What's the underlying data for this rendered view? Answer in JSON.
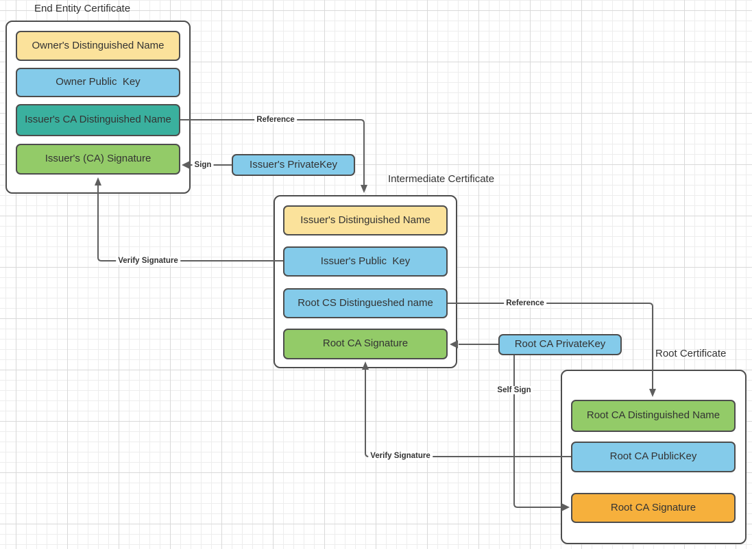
{
  "palette": {
    "yellow": "#fbe29b",
    "blue": "#84cbea",
    "teal": "#3ab09e",
    "green": "#93cb68",
    "orange": "#f6b03c",
    "shape_border": "#4d4d4d",
    "connector": "#5e5e5e",
    "text": "#333333"
  },
  "certificates": [
    {
      "title": "End Entity Certificate",
      "fields": [
        {
          "label": "Owner's Distinguished Name",
          "color": "yellow"
        },
        {
          "label": "Owner Public  Key",
          "color": "blue"
        },
        {
          "label": "Issuer's CA Distinguished Name",
          "color": "teal"
        },
        {
          "label": "Issuer's (CA) Signature",
          "color": "green"
        }
      ]
    },
    {
      "title": "Intermediate Certificate",
      "fields": [
        {
          "label": "Issuer's Distinguished Name",
          "color": "yellow"
        },
        {
          "label": "Issuer's Public  Key",
          "color": "blue"
        },
        {
          "label": "Root CS Distingueshed name",
          "color": "blue"
        },
        {
          "label": "Root CA Signature",
          "color": "green"
        }
      ]
    },
    {
      "title": "Root Certificate",
      "fields": [
        {
          "label": "Root CA Distinguished Name",
          "color": "green"
        },
        {
          "label": "Root CA PublicKey",
          "color": "blue"
        },
        {
          "label": "Root CA Signature",
          "color": "orange"
        }
      ]
    }
  ],
  "keys": [
    {
      "label": "Issuer's PrivateKey"
    },
    {
      "label": "Root CA PrivateKey"
    }
  ],
  "connector_labels": {
    "reference_top": "Reference",
    "sign": "Sign",
    "verify_signature_left": "Verify Signature",
    "reference_right": "Reference",
    "self_sign": "Self Sign",
    "verify_signature_bottom": "Verify Signature"
  }
}
